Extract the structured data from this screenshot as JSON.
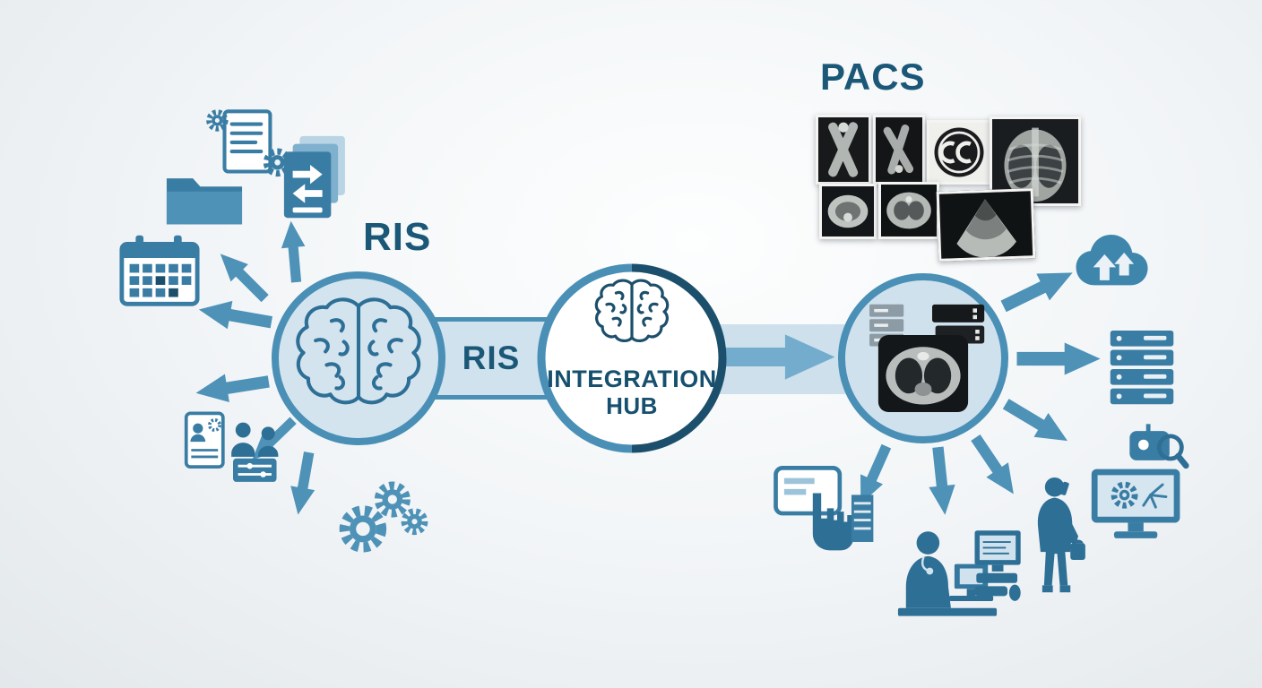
{
  "diagram": {
    "ris_title": "RIS",
    "pacs_title": "PACS",
    "connector_label": "RIS",
    "hub_line1": "INTEGRATION",
    "hub_line2": "HUB"
  },
  "colors": {
    "primary_blue": "#3a7da4",
    "arrow_blue": "#4e92b8",
    "light_blue_fill": "#cfe2ee",
    "dark_navy_text": "#1b5878",
    "hub_ring_light": "#4a8fb5",
    "hub_ring_dark": "#1c4f6b",
    "background": "#eef1f3",
    "collage_dark": "#17191b"
  },
  "icons": {
    "hub": [
      "brain-icon"
    ],
    "left_cluster": [
      "document-gears-icon",
      "folder-icon",
      "documents-sync-icon",
      "calendar-icon",
      "tablet-consult-icon",
      "gears-icon"
    ],
    "right_cluster": [
      "cloud-upload-icon",
      "server-stack-icon",
      "robot-monitor-icon",
      "person-phone-icon",
      "doctor-workstation-icon",
      "desktop-computer-icon",
      "hand-tablet-icon"
    ],
    "pacs_collage": [
      "xray-bones-tile",
      "xray-bones-tile-2",
      "logo-tile",
      "chest-xray-tile",
      "ct-slice-tile",
      "ct-slice-tile-2",
      "ultrasound-tile"
    ],
    "right_circle": [
      "ct-chest-scan",
      "gray-server-icon",
      "archive-unit-icon"
    ]
  }
}
